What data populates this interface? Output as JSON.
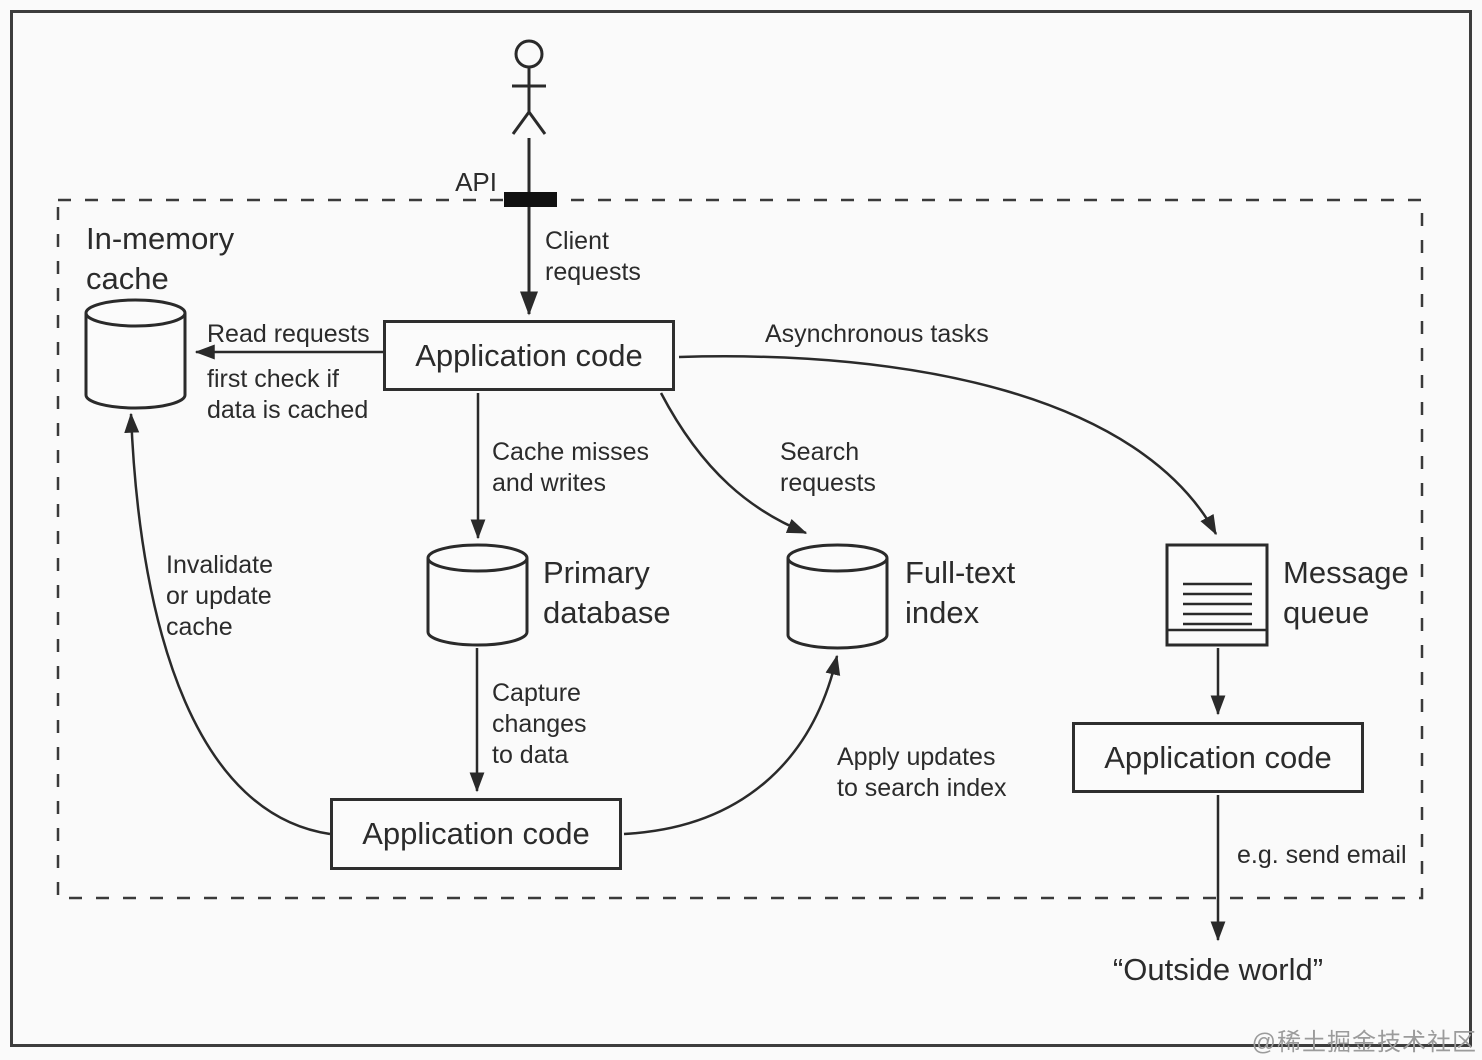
{
  "diagram": {
    "title_context": "Data system architecture diagram",
    "actor": "user",
    "api_label": "API",
    "nodes": {
      "in_memory_cache": "In-memory\ncache",
      "app_code_top": "Application code",
      "primary_database": "Primary\ndatabase",
      "full_text_index": "Full-text\nindex",
      "message_queue": "Message\nqueue",
      "app_code_bottom": "Application code",
      "app_code_right": "Application code",
      "outside_world": "“Outside world”"
    },
    "edges": {
      "client_requests": "Client\nrequests",
      "read_requests": "Read requests",
      "read_requests_note": "first check if\ndata is cached",
      "asynchronous_tasks": "Asynchronous tasks",
      "cache_misses": "Cache misses\nand writes",
      "search_requests": "Search\nrequests",
      "invalidate_cache": "Invalidate\nor update\ncache",
      "capture_changes": "Capture\nchanges\nto data",
      "apply_updates": "Apply updates\nto search index",
      "send_email": "e.g. send email"
    },
    "watermark": "@稀土掘金技术社区",
    "colors": {
      "ink": "#2b2b2b",
      "stroke": "#2a2a2a",
      "background": "#fafafa",
      "node_fill": "#fbfbfb",
      "watermark": "#9b9b9b"
    }
  }
}
